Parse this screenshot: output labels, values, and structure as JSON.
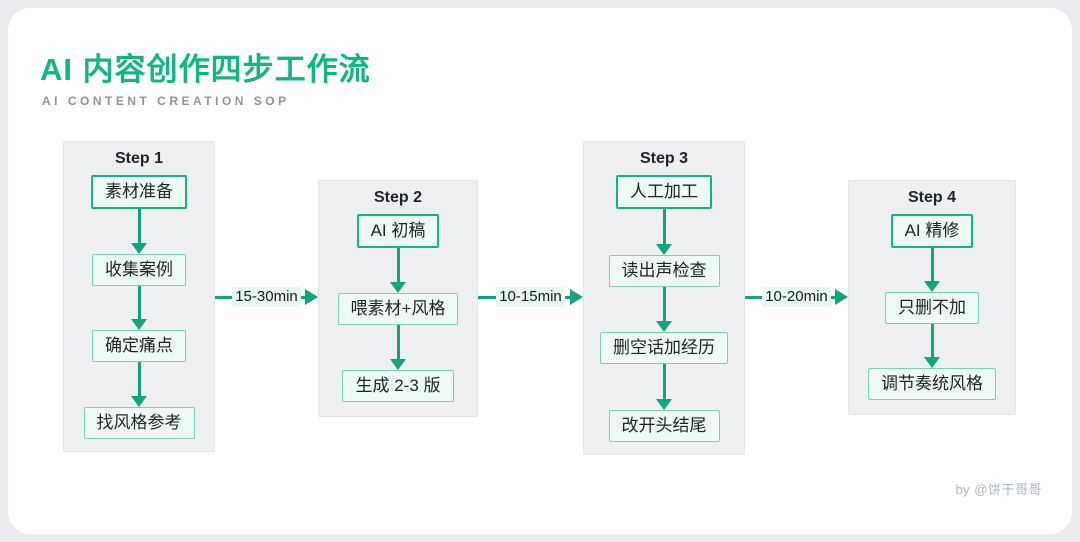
{
  "page": {
    "title": "AI 内容创作四步工作流",
    "subtitle": "AI CONTENT CREATION SOP",
    "credit": "by @饼干哥哥"
  },
  "colors": {
    "accent": "#10b684",
    "arrow": "#0fa57e",
    "box_border_strong": "#10b684",
    "box_border_light": "#7bd4b3",
    "box_bg": "#edfaf4",
    "box_bg_first": "#eef9f3",
    "label_bg": "#eaf8f2",
    "panel_bg": "#edeff1",
    "panel_border": "#e2e6e8",
    "page_bg": "#e9ebee",
    "card_bg": "#ffffff",
    "credit_color": "#a9b6cb",
    "subtitle_color": "#8c96a3",
    "text_color": "#1f2328"
  },
  "flow": {
    "columns": [
      {
        "label": "Step 1",
        "boxes": [
          "素材准备",
          "收集案例",
          "确定痛点",
          "找风格参考"
        ]
      },
      {
        "label": "Step 2",
        "boxes": [
          "AI 初稿",
          "喂素材+风格",
          "生成 2-3 版"
        ]
      },
      {
        "label": "Step 3",
        "boxes": [
          "人工加工",
          "读出声检查",
          "删空话加经历",
          "改开头结尾"
        ]
      },
      {
        "label": "Step 4",
        "boxes": [
          "AI 精修",
          "只删不加",
          "调节奏统风格"
        ]
      }
    ],
    "connectors": [
      {
        "label": "15-30min"
      },
      {
        "label": "10-15min"
      },
      {
        "label": "10-20min"
      }
    ]
  }
}
